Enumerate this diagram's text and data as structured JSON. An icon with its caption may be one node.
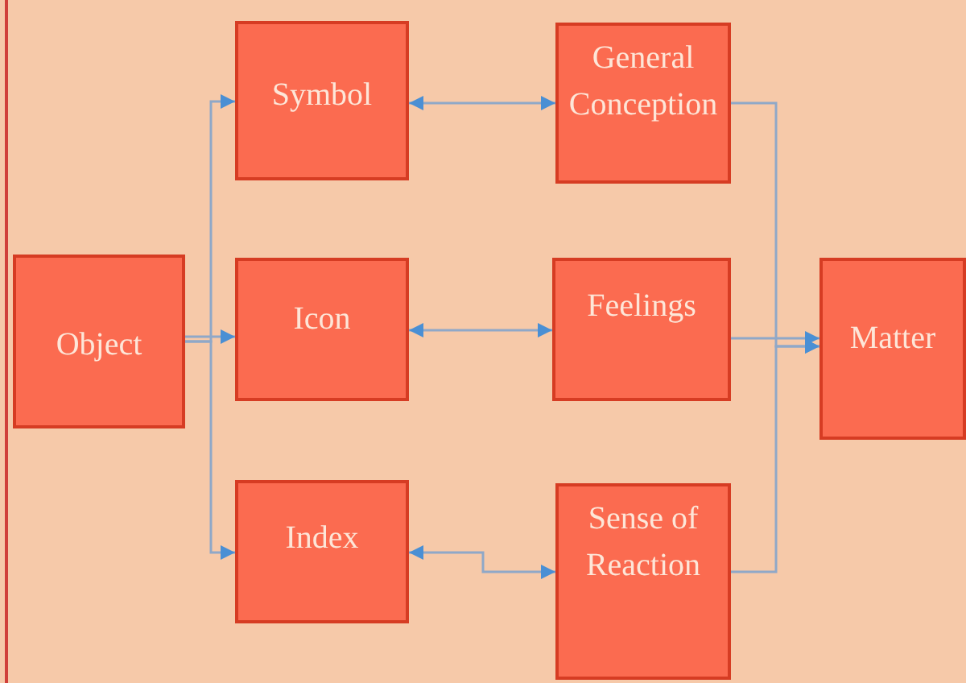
{
  "diagram": {
    "nodes": [
      {
        "text": [
          "Object"
        ]
      },
      {
        "text": [
          "Symbol"
        ]
      },
      {
        "text": [
          "Icon"
        ]
      },
      {
        "text": [
          "Index"
        ]
      },
      {
        "text": [
          "General Conception"
        ]
      },
      {
        "text": [
          "Feelings"
        ]
      },
      {
        "text": [
          "Sense of Reaction"
        ]
      },
      {
        "text": [
          "Matter"
        ]
      }
    ],
    "edges": [
      {
        "from": 0,
        "to": 1,
        "arrow": "to"
      },
      {
        "from": 0,
        "to": 2,
        "arrow": "to"
      },
      {
        "from": 0,
        "to": 3,
        "arrow": "to"
      },
      {
        "from": 1,
        "to": 4,
        "arrow": "both"
      },
      {
        "from": 2,
        "to": 5,
        "arrow": "both"
      },
      {
        "from": 3,
        "to": 6,
        "arrow": "both"
      },
      {
        "from": 4,
        "to": 7,
        "arrow": "to"
      },
      {
        "from": 5,
        "to": 7,
        "arrow": "to"
      },
      {
        "from": 6,
        "to": 7,
        "arrow": "to"
      }
    ]
  }
}
